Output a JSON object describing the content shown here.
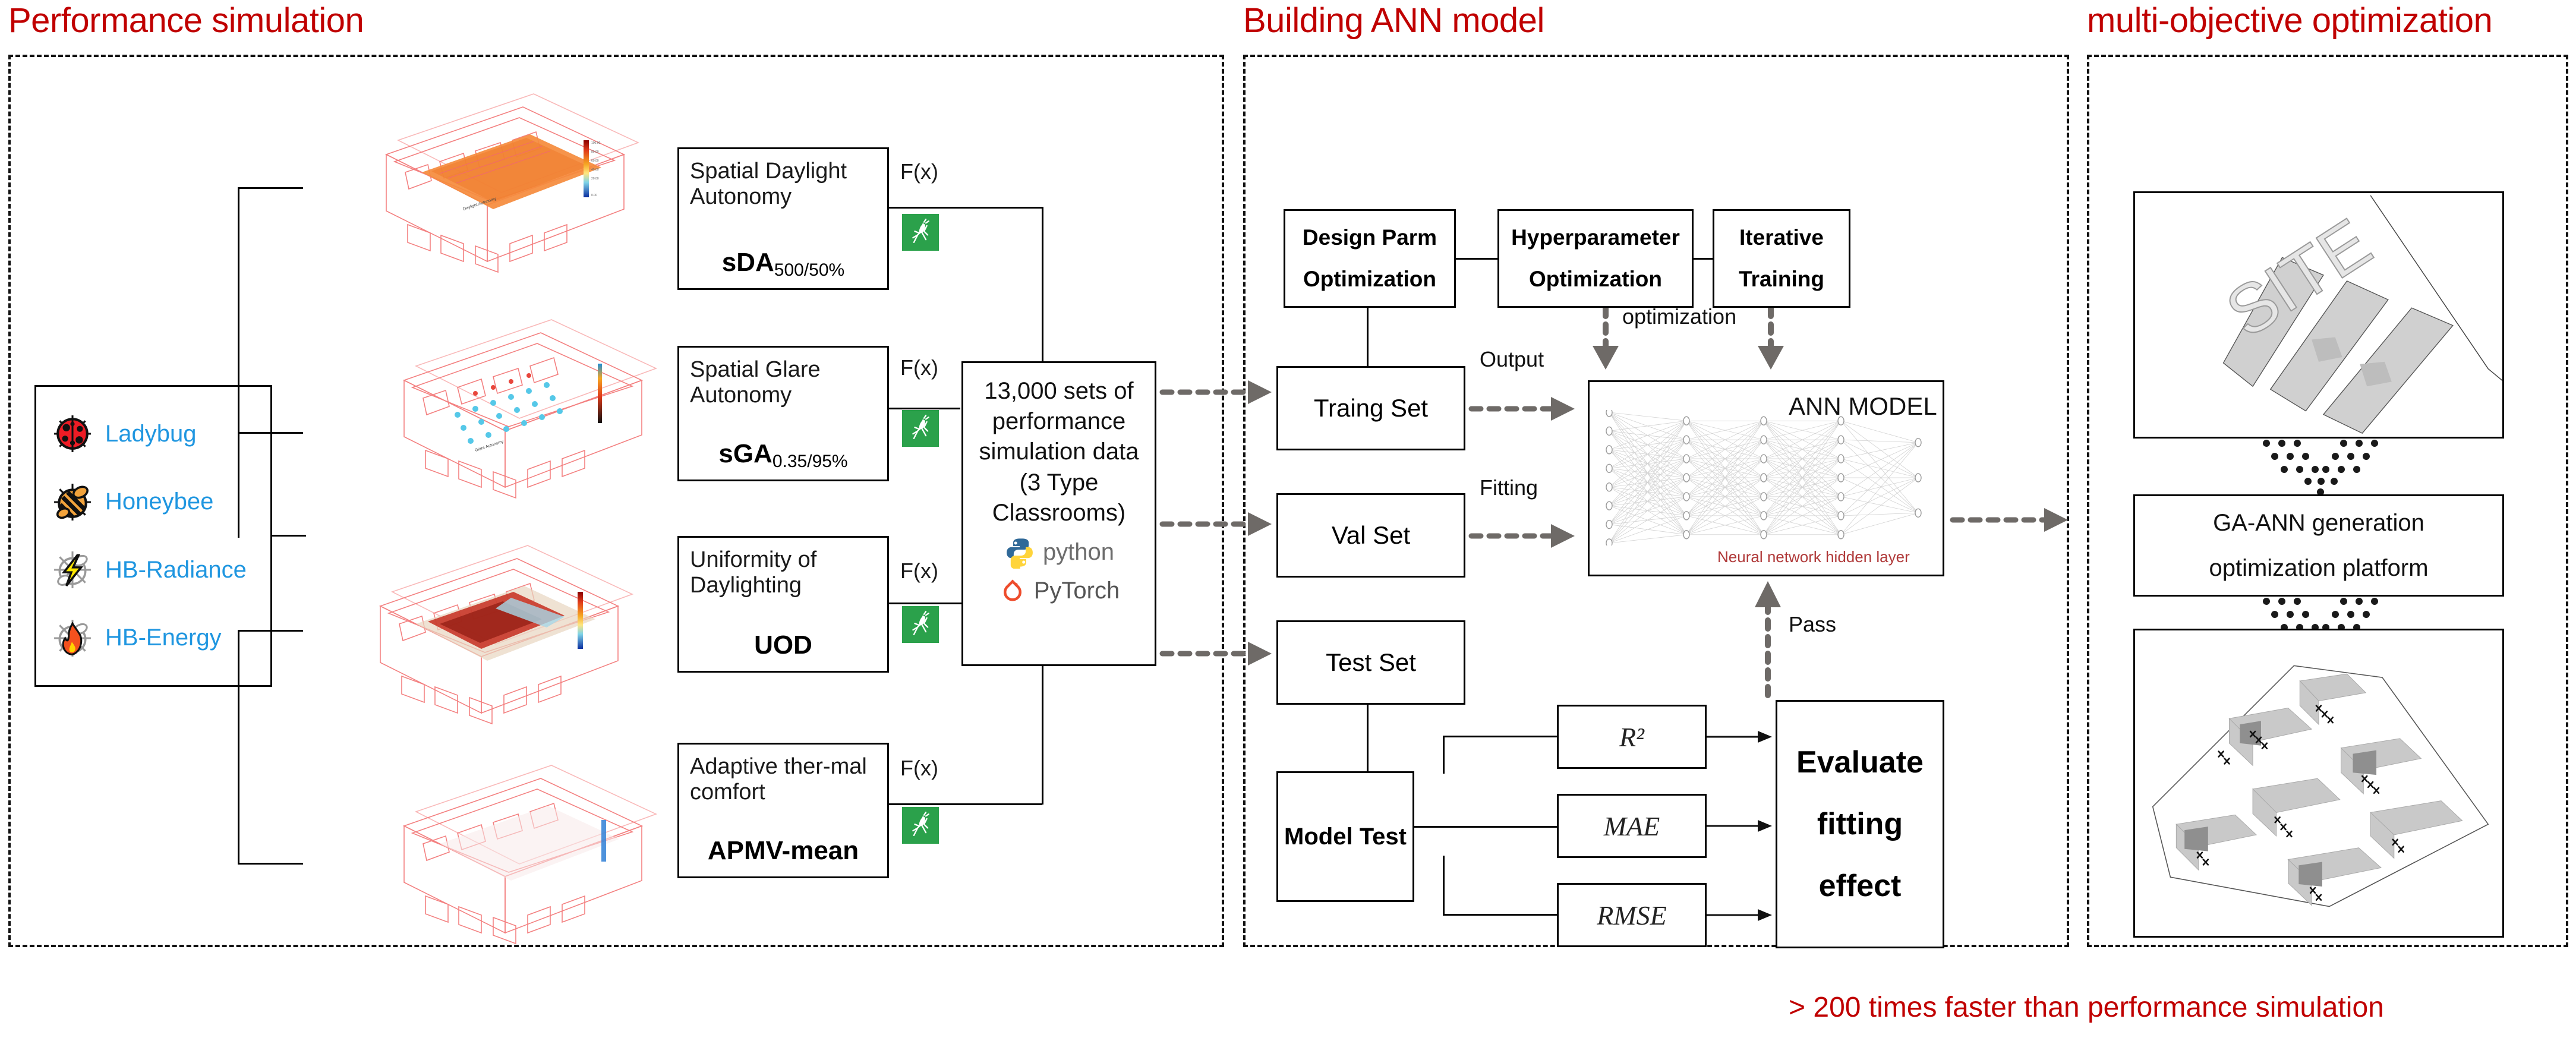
{
  "sections": {
    "left_title": "Performance simulation",
    "mid_title": "Building ANN model",
    "right_title": "multi-objective optimization"
  },
  "tools_legend": {
    "items": [
      {
        "icon": "ladybug-icon",
        "label": "Ladybug"
      },
      {
        "icon": "honeybee-icon",
        "label": "Honeybee"
      },
      {
        "icon": "hb-radiance-icon",
        "label": "HB-Radiance"
      },
      {
        "icon": "hb-energy-icon",
        "label": "HB-Energy"
      }
    ],
    "label_color": "#1f96e0"
  },
  "metrics": [
    {
      "title": "Spatial Daylight Autonomy",
      "code": "sDA",
      "sub": "500/50%",
      "fx": "F(x)",
      "icon": "grasshopper-icon"
    },
    {
      "title": "Spatial Glare Autonomy",
      "code": "sGA",
      "sub": "0.35/95%",
      "fx": "F(x)",
      "icon": "grasshopper-icon"
    },
    {
      "title": "Uniformity of Daylighting",
      "code": "UOD",
      "sub": "",
      "fx": "F(x)",
      "icon": "grasshopper-icon"
    },
    {
      "title": "Adaptive ther-mal comfort",
      "code": "APMV-mean",
      "sub": "",
      "fx": "F(x)",
      "icon": "grasshopper-icon"
    }
  ],
  "dataset_box": {
    "text": "13,000 sets of performance simulation data (3 Type Classrooms)",
    "logos": [
      {
        "icon": "python-logo",
        "label": "python"
      },
      {
        "icon": "pytorch-logo",
        "label": "PyTorch"
      }
    ]
  },
  "ann": {
    "top_boxes": [
      {
        "line1": "Design Parm",
        "line2": "Optimization"
      },
      {
        "line1": "Hyperparameter",
        "line2": "Optimization"
      },
      {
        "line1": "Iterative",
        "line2": "Training"
      }
    ],
    "optimization_label": "optimization",
    "splits": [
      {
        "label": "Traing Set",
        "arrow_label": "Output"
      },
      {
        "label": "Val Set",
        "arrow_label": "Fitting"
      },
      {
        "label": "Test Set",
        "arrow_label": ""
      }
    ],
    "model_title": "ANN MODEL",
    "hidden_layer_caption": "Neural network hidden layer",
    "pass_label": "Pass",
    "model_test": "Model Test",
    "metrics": [
      "R²",
      "MAE",
      "RMSE"
    ],
    "evaluate": "Evaluate fitting effect",
    "network": {
      "input_nodes": 8,
      "hidden_layers": [
        7,
        7,
        7
      ],
      "output_nodes": 3
    }
  },
  "optimization": {
    "site_label": "SITE",
    "platform_line1": "GA-ANN generation",
    "platform_line2": "optimization platform"
  },
  "footnote": "> 200 times faster than performance simulation",
  "colors": {
    "accent_red": "#c00000",
    "link_blue": "#1f96e0",
    "grasshopper_green": "#2ba14b",
    "arrow_grey": "#6e6a67",
    "caption_red": "#b03a3a"
  }
}
